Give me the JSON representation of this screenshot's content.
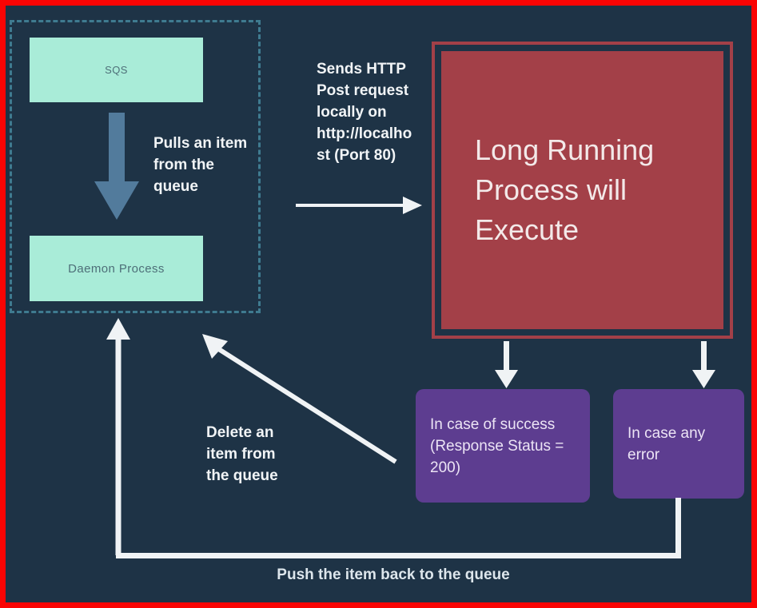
{
  "colors": {
    "background": "#1e3346",
    "frame_red": "#fa0404",
    "mint": "#a9ecd8",
    "mint_text": "#4e6f78",
    "dashed_teal": "#3f7b90",
    "steel_blue_arrow": "#527b9c",
    "process_red": "#a34048",
    "branch_purple": "#5d3d90",
    "text_light": "#f1f4f6"
  },
  "queue_group": {
    "sqs_box": {
      "label": "SQS"
    },
    "daemon_box": {
      "label": "Daemon Process"
    },
    "pull_caption": "Pulls an item from the queue"
  },
  "request_caption": "Sends HTTP Post request locally on http://localhost (Port 80)",
  "process_box": {
    "label": "Long Running Process will Execute"
  },
  "branches": {
    "success_box": {
      "label": "In case of success (Response Status = 200)"
    },
    "error_box": {
      "label": "In case any error"
    }
  },
  "delete_caption": "Delete an item from the queue",
  "push_caption": "Push the item back to the queue"
}
